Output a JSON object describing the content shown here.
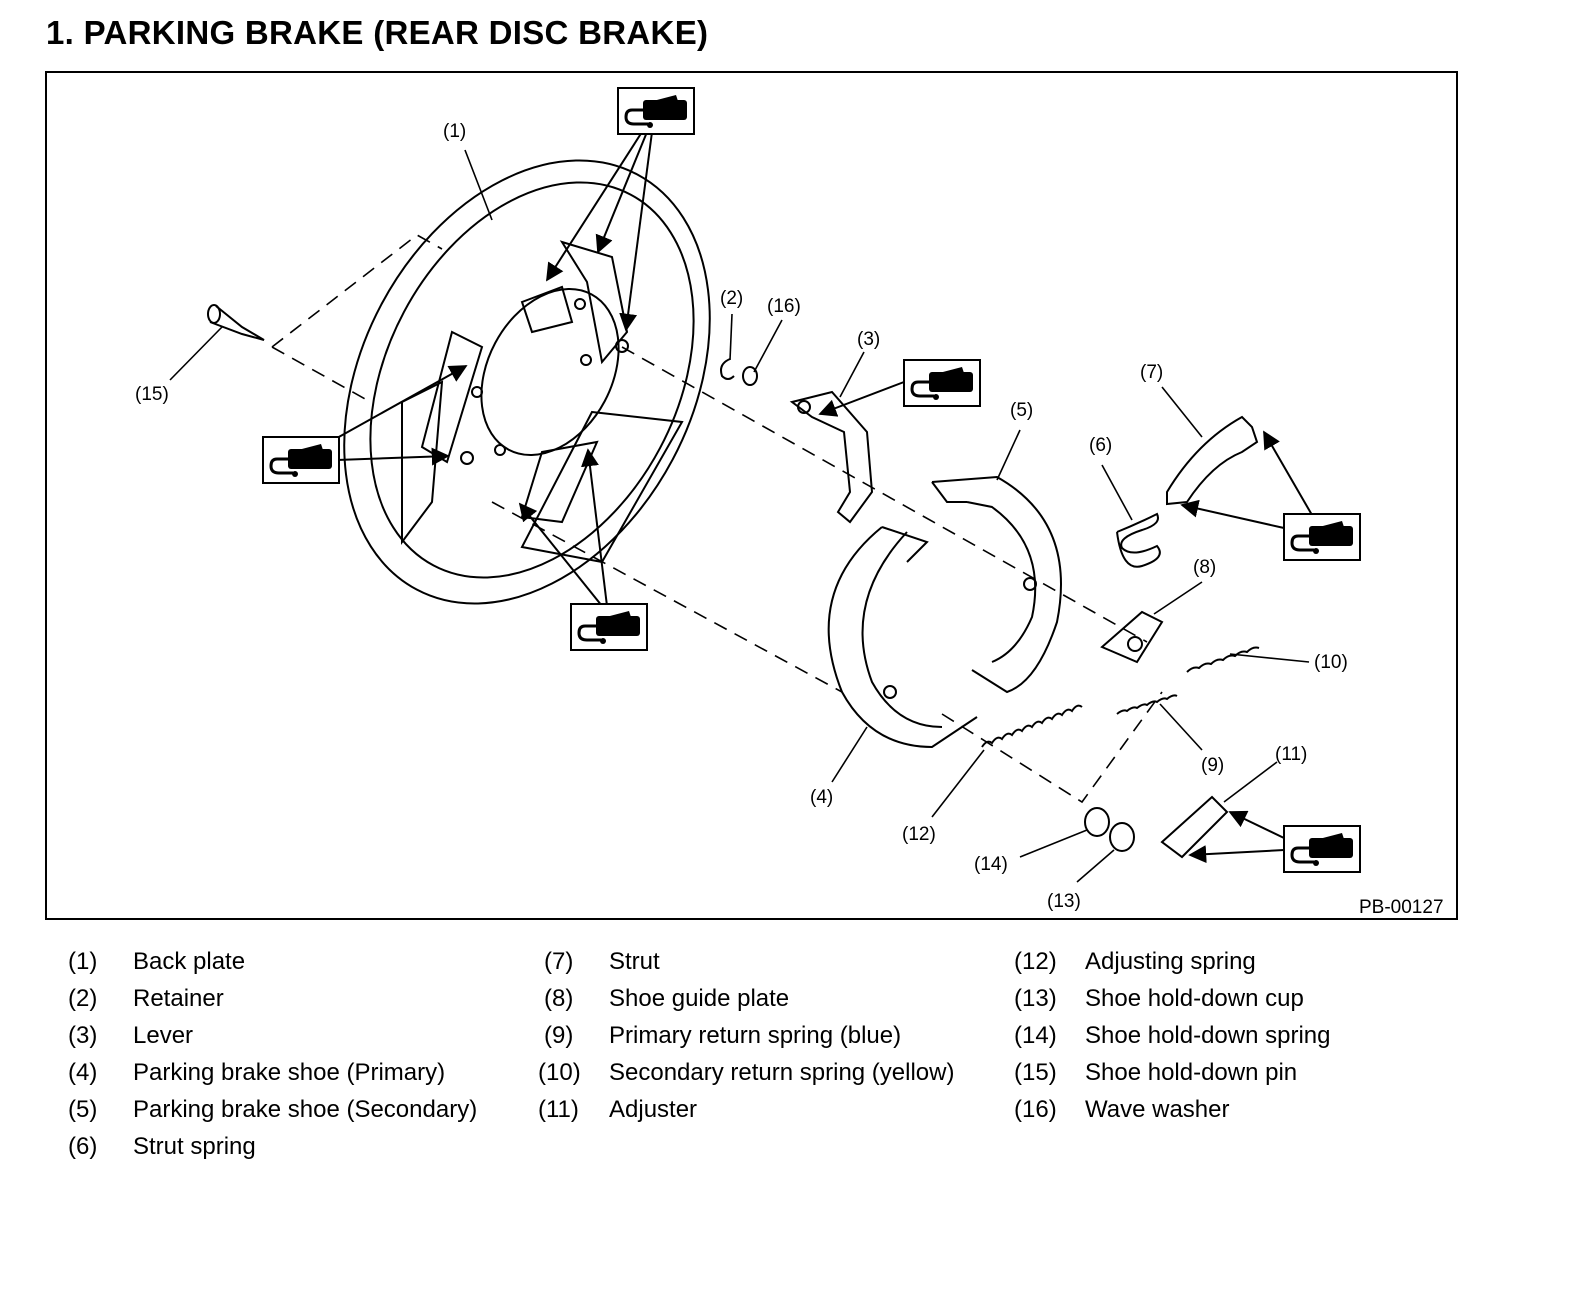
{
  "title": "1.  PARKING BRAKE (REAR DISC BRAKE)",
  "figure_id": "PB-00127",
  "callouts": {
    "c1": "(1)",
    "c2": "(2)",
    "c3": "(3)",
    "c4": "(4)",
    "c5": "(5)",
    "c6": "(6)",
    "c7": "(7)",
    "c8": "(8)",
    "c9": "(9)",
    "c10": "(10)",
    "c11": "(11)",
    "c12": "(12)",
    "c13": "(13)",
    "c14": "(14)",
    "c15": "(15)",
    "c16": "(16)"
  },
  "grease_icon": "grease-application-icon",
  "legend": [
    {
      "num": "(1)",
      "label": "Back plate"
    },
    {
      "num": "(2)",
      "label": "Retainer"
    },
    {
      "num": "(3)",
      "label": "Lever"
    },
    {
      "num": "(4)",
      "label": "Parking brake shoe (Primary)"
    },
    {
      "num": "(5)",
      "label": "Parking brake shoe (Secondary)"
    },
    {
      "num": "(6)",
      "label": "Strut spring"
    },
    {
      "num": "(7)",
      "label": "Strut"
    },
    {
      "num": "(8)",
      "label": "Shoe guide plate"
    },
    {
      "num": "(9)",
      "label": "Primary return spring (blue)"
    },
    {
      "num": "(10)",
      "label": "Secondary return spring (yellow)"
    },
    {
      "num": "(11)",
      "label": "Adjuster"
    },
    {
      "num": "(12)",
      "label": "Adjusting spring"
    },
    {
      "num": "(13)",
      "label": "Shoe hold-down cup"
    },
    {
      "num": "(14)",
      "label": "Shoe hold-down spring"
    },
    {
      "num": "(15)",
      "label": "Shoe hold-down pin"
    },
    {
      "num": "(16)",
      "label": "Wave washer"
    }
  ]
}
